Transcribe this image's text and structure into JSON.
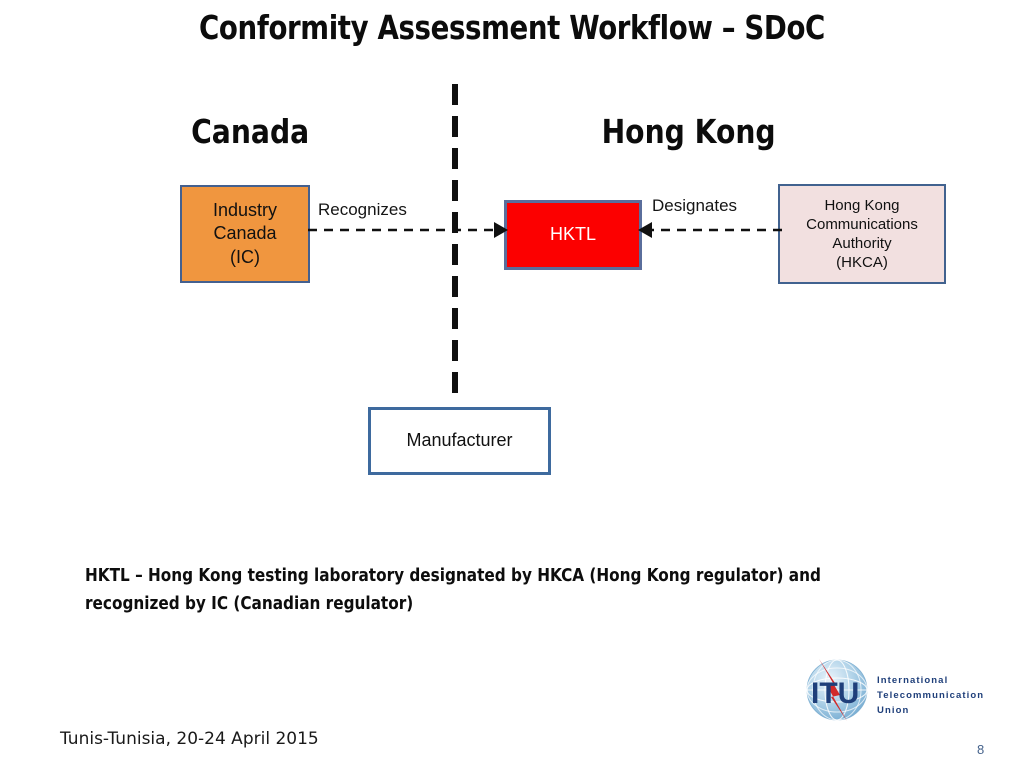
{
  "slide": {
    "title": "Conformity Assessment Workflow – SDoC",
    "page_number": "8",
    "footer": "Tunis-Tunisia, 20-24 April 2015"
  },
  "regions": {
    "left_heading": "Canada",
    "right_heading": "Hong Kong"
  },
  "nodes": {
    "industry_canada": {
      "lines": [
        "Industry",
        "Canada",
        "(IC)"
      ],
      "fill": "#F0963F",
      "border": "#44608F"
    },
    "hktl": {
      "lines": [
        "HKTL"
      ],
      "fill": "#FC0000",
      "border": "#5A6E9C",
      "text_color": "#FFFFFF"
    },
    "hkca": {
      "lines": [
        "Hong Kong",
        "Communications",
        "Authority",
        "(HKCA)"
      ],
      "fill": "#F2E0E0",
      "border": "#41628F"
    },
    "manufacturer": {
      "lines": [
        "Manufacturer"
      ],
      "fill": "#FFFFFF",
      "border": "#3E6A9E"
    }
  },
  "connectors": {
    "recognizes": {
      "label": "Recognizes",
      "from": "industry_canada",
      "to": "hktl",
      "direction": "right",
      "style": "dashed"
    },
    "designates": {
      "label": "Designates",
      "from": "hkca",
      "to": "hktl",
      "direction": "left",
      "style": "dashed"
    }
  },
  "divider": {
    "name": "country-border-divider",
    "style": "dashed-vertical",
    "color": "#101010"
  },
  "caption": {
    "text": "HKTL – Hong Kong testing laboratory designated by HKCA (Hong Kong regulator) and recognized by IC (Canadian regulator)"
  },
  "logo": {
    "acronym": "ITU",
    "line1": "International",
    "line2": "Telecommunication",
    "line3": "Union",
    "globe_color": "#8FBBDC",
    "text_color": "#1F3F7A",
    "bolt_color": "#D82A2A"
  }
}
